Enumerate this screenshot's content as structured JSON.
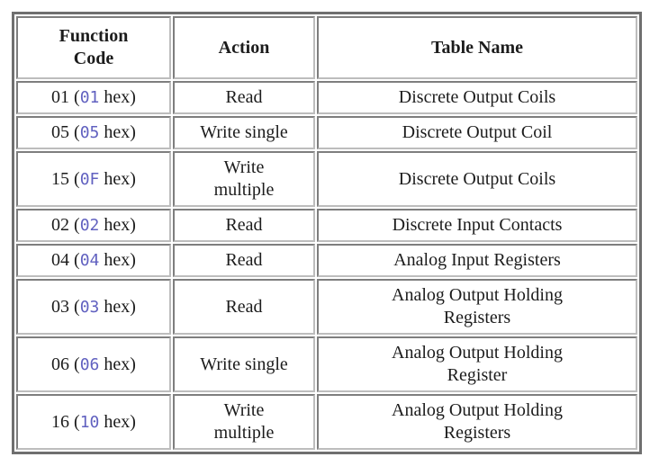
{
  "table": {
    "headers": [
      {
        "name": "function-code",
        "lines": [
          "Function",
          "Code"
        ]
      },
      {
        "name": "action",
        "lines": [
          "Action"
        ]
      },
      {
        "name": "table-name",
        "lines": [
          "Table Name"
        ]
      }
    ],
    "format": {
      "open_paren": "(",
      "close_paren": ")",
      "hex_label": "hex"
    },
    "rows": [
      {
        "dec": "01",
        "hex": "01",
        "action_lines": [
          "Read"
        ],
        "table_lines": [
          "Discrete Output Coils"
        ]
      },
      {
        "dec": "05",
        "hex": "05",
        "action_lines": [
          "Write single"
        ],
        "table_lines": [
          "Discrete Output Coil"
        ]
      },
      {
        "dec": "15",
        "hex": "0F",
        "action_lines": [
          "Write",
          "multiple"
        ],
        "table_lines": [
          "Discrete Output Coils"
        ]
      },
      {
        "dec": "02",
        "hex": "02",
        "action_lines": [
          "Read"
        ],
        "table_lines": [
          "Discrete Input Contacts"
        ]
      },
      {
        "dec": "04",
        "hex": "04",
        "action_lines": [
          "Read"
        ],
        "table_lines": [
          "Analog Input Registers"
        ]
      },
      {
        "dec": "03",
        "hex": "03",
        "action_lines": [
          "Read"
        ],
        "table_lines": [
          "Analog Output Holding",
          "Registers"
        ]
      },
      {
        "dec": "06",
        "hex": "06",
        "action_lines": [
          "Write single"
        ],
        "table_lines": [
          "Analog Output Holding",
          "Register"
        ]
      },
      {
        "dec": "16",
        "hex": "10",
        "action_lines": [
          "Write",
          "multiple"
        ],
        "table_lines": [
          "Analog Output Holding",
          "Registers"
        ]
      }
    ],
    "colors": {
      "text": "#1c1c1c",
      "hex_code": "#6161c0",
      "border_outer": "#6f6f6f",
      "border_cell": "#7e7e7e",
      "background": "#ffffff"
    }
  }
}
